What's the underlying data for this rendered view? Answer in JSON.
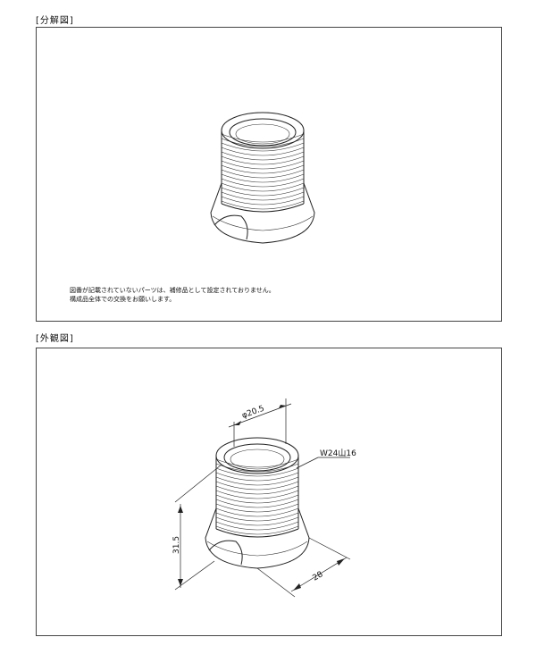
{
  "exploded": {
    "label": "[分解図]",
    "note_line1": "図番が記載されていないパーツは、補修品として設定されておりません。",
    "note_line2": "構成品全体での交換をお願いします。"
  },
  "exterior": {
    "label": "[外観図]",
    "dim_diameter": "φ20.5",
    "dim_thread": "W24山16",
    "dim_height": "31.5",
    "dim_width": "28"
  }
}
